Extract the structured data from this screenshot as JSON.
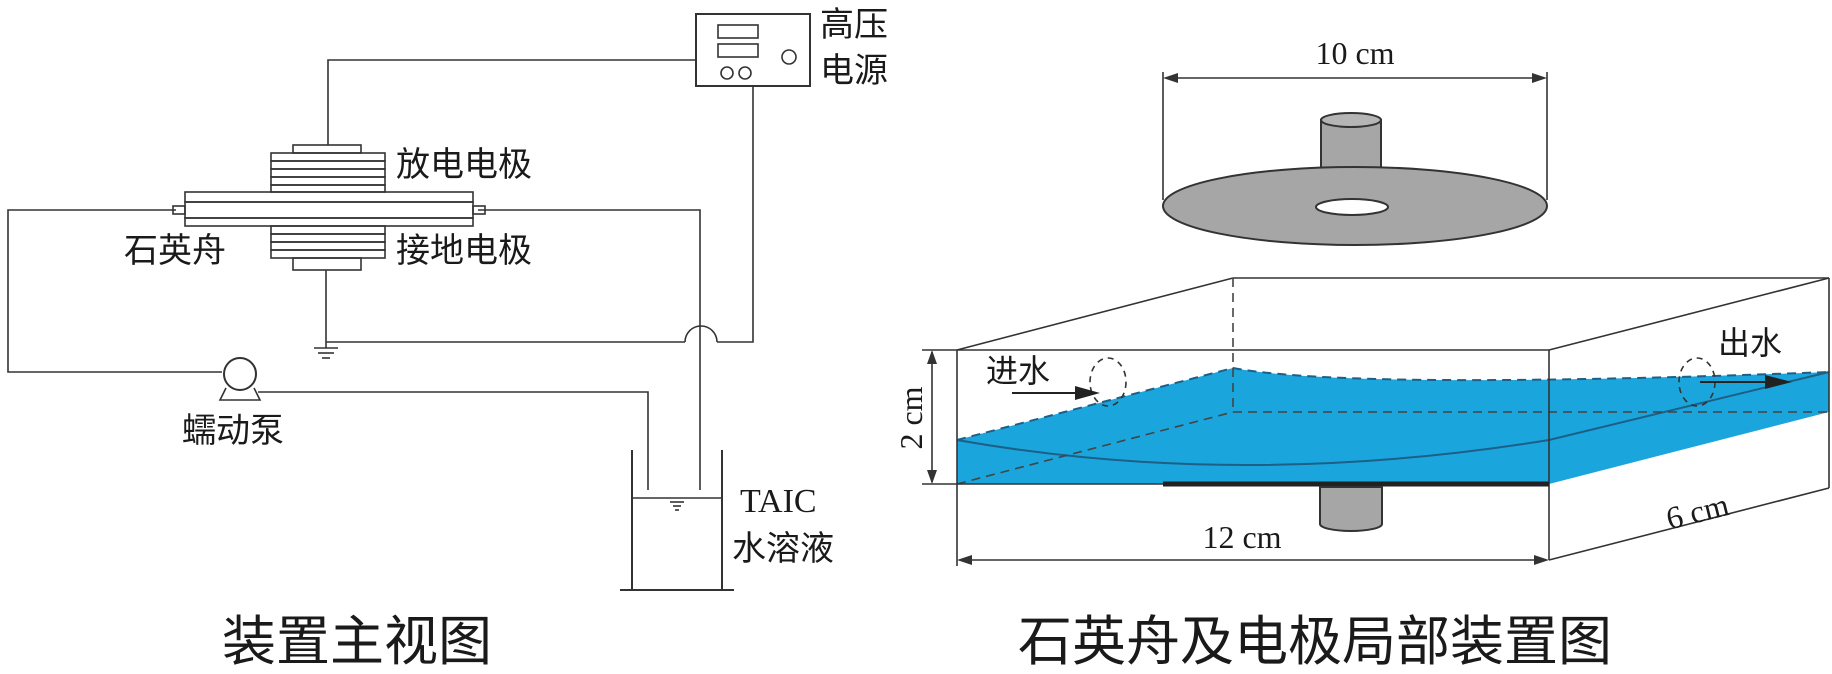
{
  "left_panel": {
    "power_supply": "高压\n电源",
    "discharge_electrode": "放电电极",
    "quartz_boat": "石英舟",
    "ground_electrode": "接地电极",
    "peristaltic_pump": "蠕动泵",
    "solution": "TAIC\n水溶液",
    "caption": "装置主视图"
  },
  "right_panel": {
    "dim_top": "10 cm",
    "dim_height": "2 cm",
    "dim_length": "12 cm",
    "dim_depth": "6 cm",
    "water_in": "进水",
    "water_out": "出水",
    "caption": "石英舟及电极局部装置图"
  },
  "colors": {
    "water": "#1aa6dc",
    "electrode_gray": "#a6a6a6",
    "line": "#333333"
  }
}
